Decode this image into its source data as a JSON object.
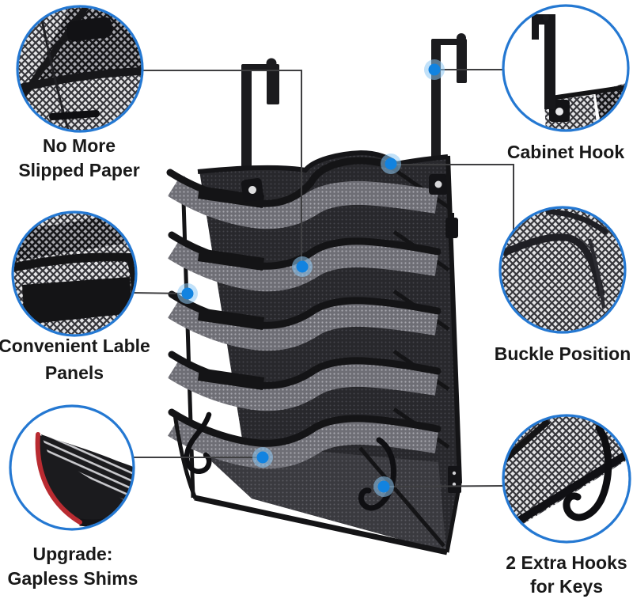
{
  "subject": "5-tier-black-mesh-hanging-file-organizer",
  "colors": {
    "background": "#ffffff",
    "callout_ring": "#2478d2",
    "marker_dot_core": "#1283e0",
    "marker_dot_glow": "#8ec9f4",
    "connector_line": "#3e3e40",
    "label_text": "#191919",
    "product_black": "#17171a",
    "shim_red": "#b92b31"
  },
  "callouts": [
    {
      "id": "no-more-slipped-paper",
      "side": "top-left",
      "line1": "No More",
      "line2": "Slipped Paper"
    },
    {
      "id": "convenient-lable-panels",
      "side": "middle-left",
      "line1": "Convenient Lable",
      "line2": "Panels"
    },
    {
      "id": "upgrade-gapless-shims",
      "side": "bottom-left",
      "line1": "Upgrade:",
      "line2": "Gapless Shims"
    },
    {
      "id": "cabinet-hook",
      "side": "top-right",
      "line1": "Cabinet Hook",
      "line2": ""
    },
    {
      "id": "buckle-position",
      "side": "middle-right",
      "line1": "Buckle Position",
      "line2": ""
    },
    {
      "id": "extra-hooks-for-keys",
      "side": "bottom-right",
      "line1": "2 Extra Hooks",
      "line2": "for Keys"
    }
  ]
}
